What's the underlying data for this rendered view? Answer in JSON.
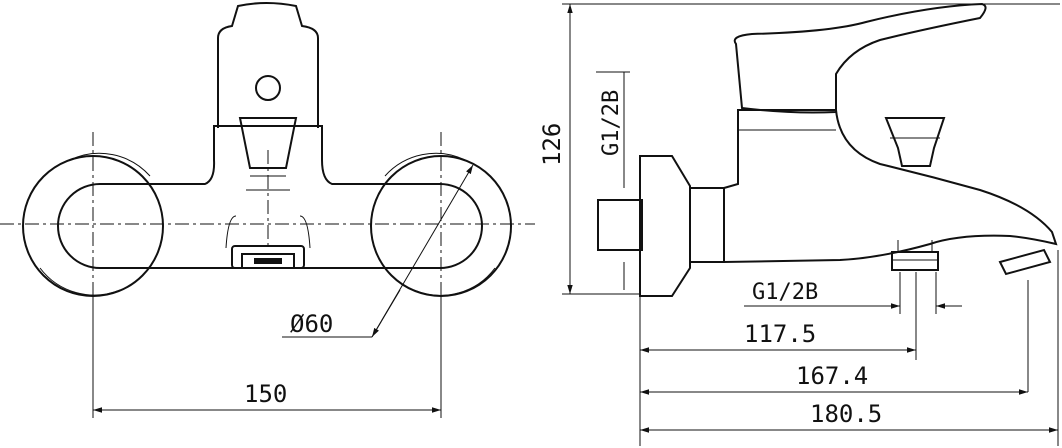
{
  "front_view": {
    "diameter_label": "Ø60",
    "width_label": "150"
  },
  "side_view": {
    "height_label": "126",
    "inlet_thread_label": "G1/2B",
    "outlet_thread_label": "G1/2B",
    "dim_outlet_label": "117.5",
    "dim_spout_label": "167.4",
    "dim_total_label": "180.5"
  }
}
